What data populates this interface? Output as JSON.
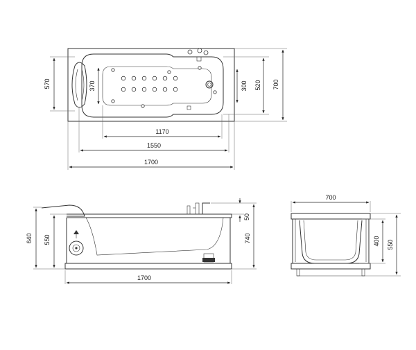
{
  "top_view": {
    "dims": {
      "length_total": "1700",
      "length_outer_basin": "1550",
      "length_inner_basin": "1170",
      "width_total": "700",
      "width_basin": "520",
      "width_headrest": "570",
      "width_inner": "370",
      "width_inner_right": "300"
    }
  },
  "side_view": {
    "dims": {
      "length": "1700",
      "height_total": "740",
      "height_left": "640",
      "height_body": "550",
      "faucet_height": "50"
    }
  },
  "end_view": {
    "dims": {
      "width": "700",
      "height": "550",
      "depth": "400"
    }
  }
}
